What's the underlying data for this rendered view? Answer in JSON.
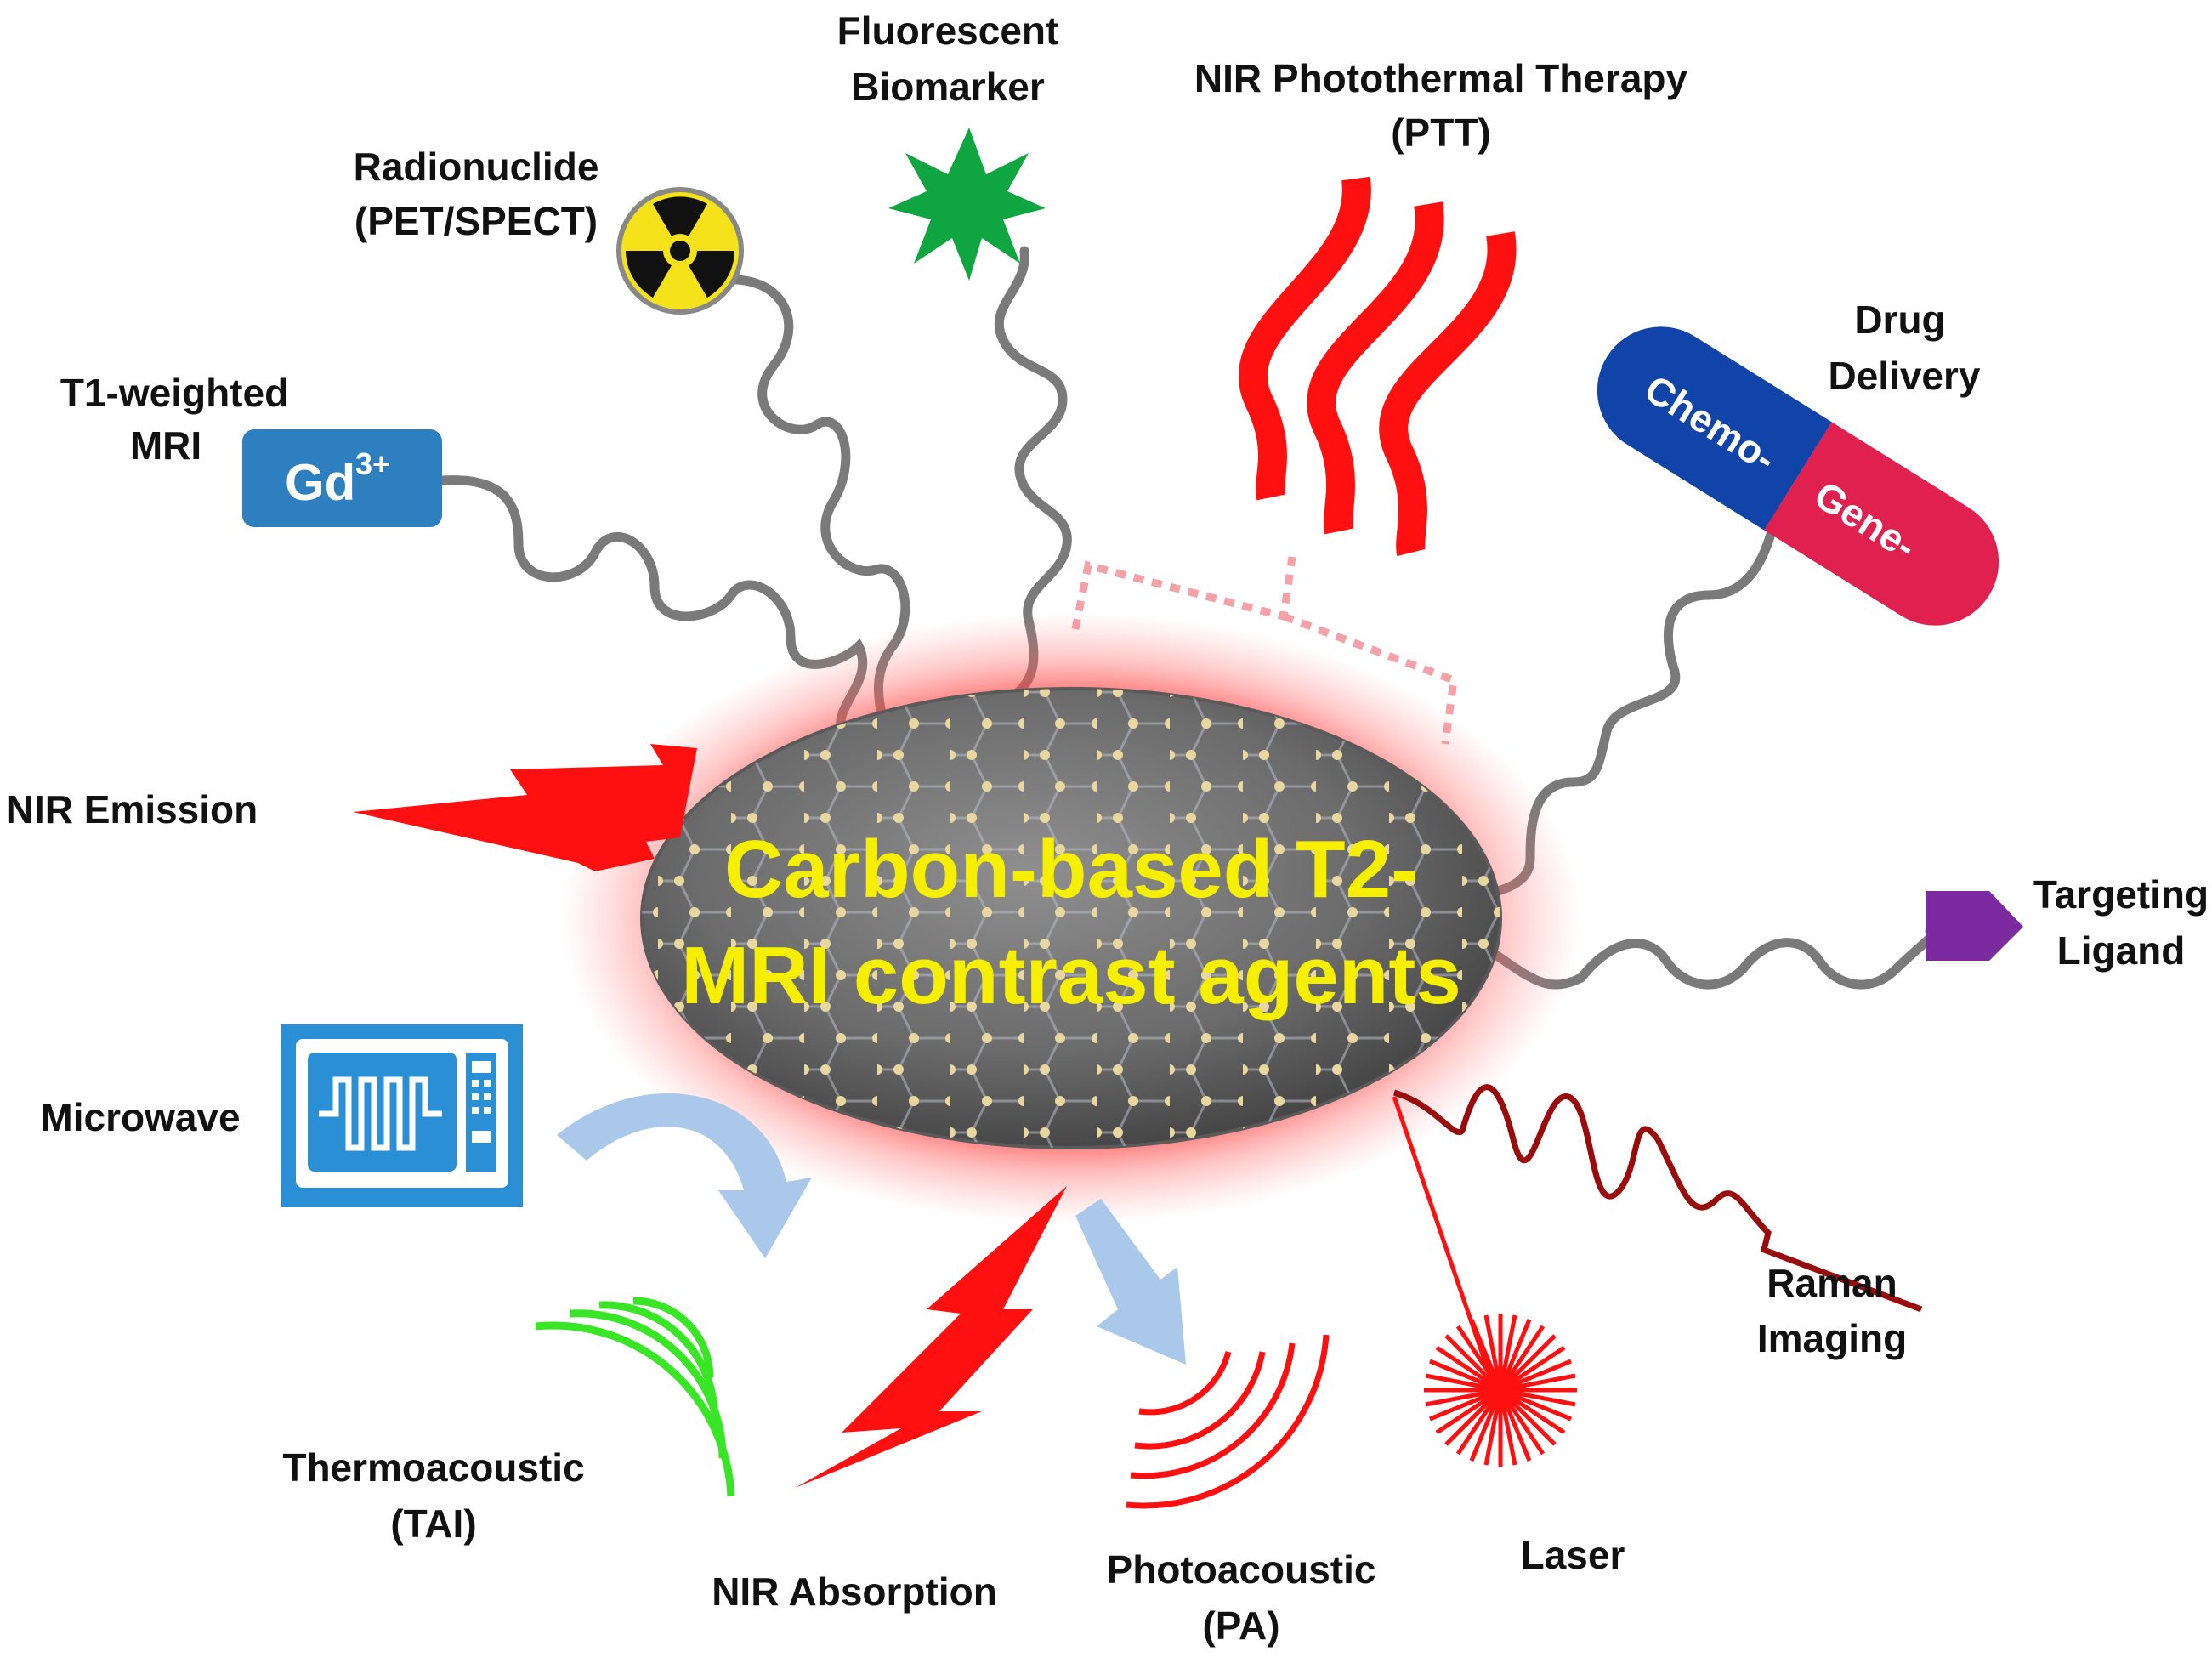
{
  "center": {
    "line1": "Carbon-based T2-",
    "line2": "MRI contrast agents"
  },
  "labels": {
    "t1_line1": "T1-weighted",
    "t1_line2": "MRI",
    "radio_line1": "Radionuclide",
    "radio_line2": "(PET/SPECT)",
    "fluor_line1": "Fluorescent",
    "fluor_line2": "Biomarker",
    "ptt_line1": "NIR Photothermal Therapy",
    "ptt_line2": "(PTT)",
    "drug_line1": "Drug",
    "drug_line2": "Delivery",
    "nir_emission": "NIR Emission",
    "targeting_line1": "Targeting",
    "targeting_line2": "Ligand",
    "microwave": "Microwave",
    "raman_line1": "Raman",
    "raman_line2": "Imaging",
    "tai_line1": "Thermoacoustic",
    "tai_line2": "(TAI)",
    "nir_absorption": "NIR Absorption",
    "pa_line1": "Photoacoustic",
    "pa_line2": "(PA)",
    "laser": "Laser"
  },
  "badges": {
    "gd": "Gd",
    "gd_sup": "3+",
    "pill_left": "Chemo-",
    "pill_right": "Gene-"
  },
  "icons": {
    "radiation": "radiation-icon",
    "star": "star-icon",
    "microwave": "microwave-oven-icon",
    "pill": "capsule-icon",
    "laser": "laser-burst-icon"
  },
  "colors": {
    "red": "#ff1010",
    "dark_red": "#9a0b0b",
    "green_star": "#0fa641",
    "green_waves": "#39e626",
    "gd_blue": "#2e7fc0",
    "microwave_blue": "#2a8fd4",
    "pill_blue": "#1144a8",
    "pill_red": "#e0204f",
    "ligand_purple": "#7b2aa0",
    "arrow_blue": "#a9c8ea",
    "core_text": "#f6f000",
    "tether_gray": "#7a7a7a"
  }
}
